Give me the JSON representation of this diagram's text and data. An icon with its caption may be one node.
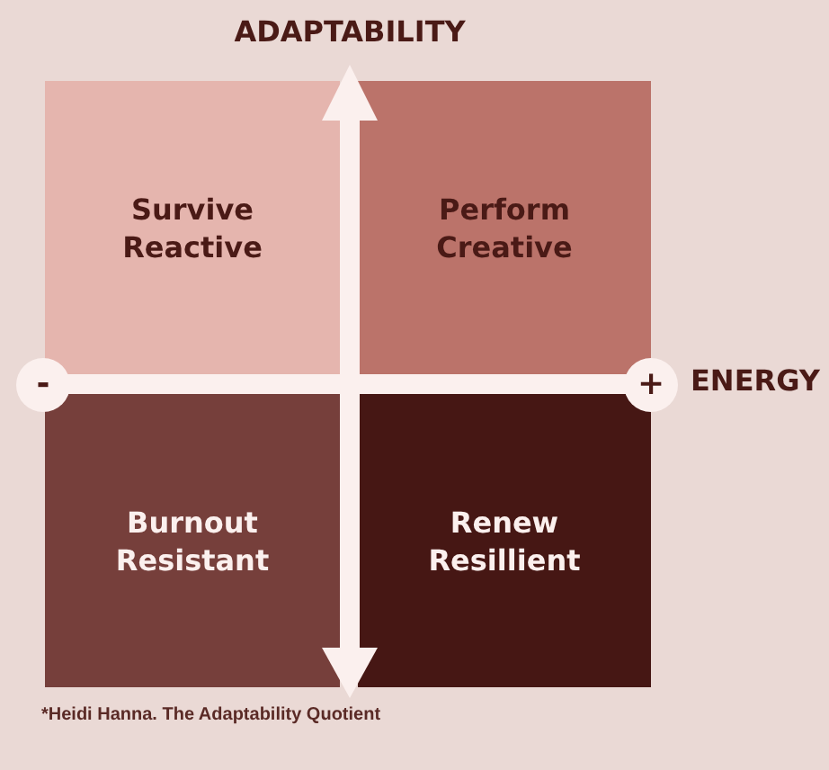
{
  "diagram": {
    "caption": "*Heidi Hanna. The Adaptability Quotient",
    "nodes": [
      {
        "text": [
          "Survive Reactive"
        ]
      },
      {
        "text": [
          "Perform Creative"
        ]
      },
      {
        "text": [
          "-"
        ]
      },
      {
        "text": [
          "+"
        ]
      },
      {
        "text": [
          "Burnout Resistant"
        ]
      },
      {
        "text": [
          "Renew Resillient"
        ]
      }
    ],
    "labels": [
      "ADAPTABILITY",
      "ENERGY"
    ]
  }
}
